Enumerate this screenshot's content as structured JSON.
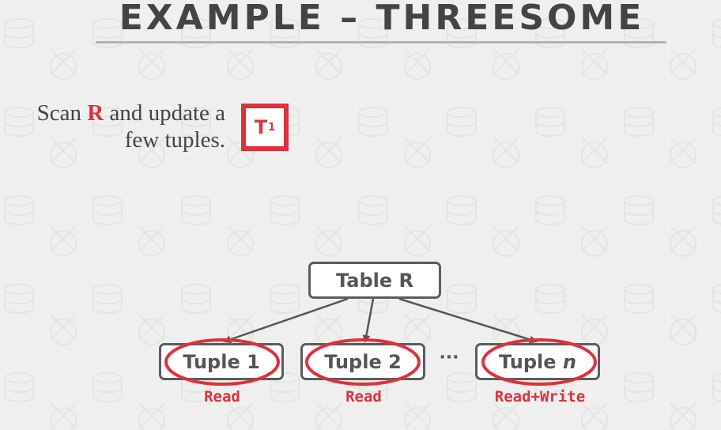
{
  "slide": {
    "title": "EXAMPLE – THREESOME",
    "description": {
      "prefix": "Scan ",
      "table_name": "R",
      "suffix": " and update a few tuples."
    },
    "transaction": {
      "label": "T",
      "subscript": "1"
    }
  },
  "diagram": {
    "table": "Table R",
    "tuples": [
      {
        "label": "Tuple 1",
        "operation": "Read"
      },
      {
        "label": "Tuple 2",
        "operation": "Read"
      },
      {
        "label_prefix": "Tuple ",
        "label_var": "n",
        "operation": "Read+Write"
      }
    ],
    "ellipsis": "···"
  },
  "colors": {
    "accent": "#e0303b",
    "box_border": "#5c5c5c",
    "text": "#444444"
  }
}
